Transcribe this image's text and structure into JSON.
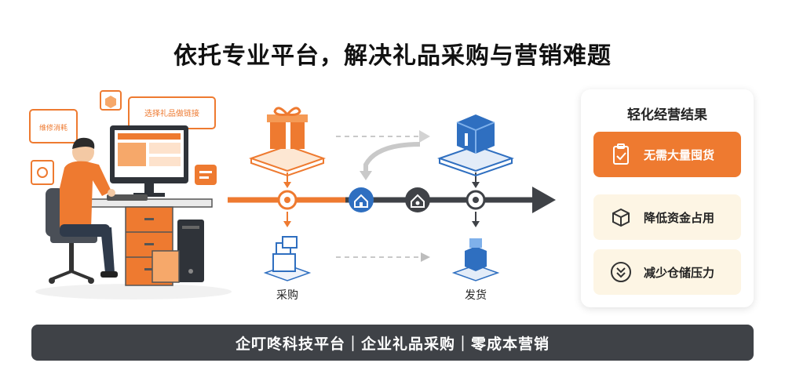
{
  "title": "依托专业平台，解决礼品采购与营销难题",
  "illustration": {
    "screen_text": "选择礼品做链接",
    "note_text": "维修消耗"
  },
  "flow": {
    "purchase_label": "采购",
    "ship_label": "发货"
  },
  "results": {
    "title": "轻化经营结果",
    "items": [
      {
        "label": "无需大量囤货",
        "icon": "clipboard-check-icon"
      },
      {
        "label": "降低资金占用",
        "icon": "box-icon"
      },
      {
        "label": "减少仓储压力",
        "icon": "chevron-double-down-icon"
      }
    ]
  },
  "banner": "企叮咚科技平台｜企业礼品采购｜零成本营销",
  "colors": {
    "accent": "#ee7a30",
    "blue": "#2f6fc0",
    "dark": "#3f4247",
    "highlight_bg": "#fdf5e4"
  }
}
